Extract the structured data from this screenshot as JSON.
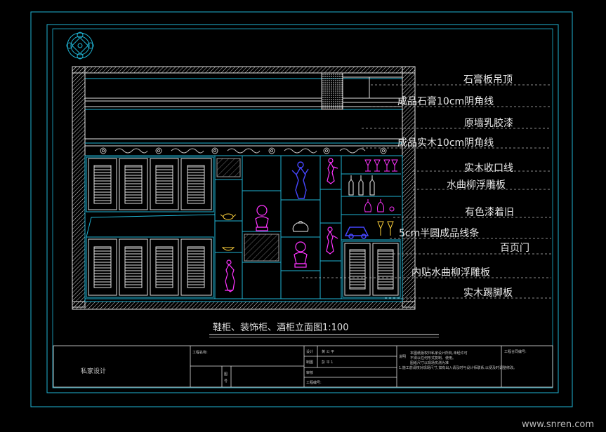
{
  "labels": [
    "石膏板吊顶",
    "成品石膏10cm阴角线",
    "原墙乳胶漆",
    "成品实木10cm阴角线",
    "实木收口线",
    "水曲柳浮雕板",
    "有色漆着旧",
    "5cm半圆成品线条",
    "百页门",
    "内贴水曲柳浮雕板",
    "实木踢脚板"
  ],
  "drawing_title": "鞋柜、装饰柜、酒柜立面图1:100",
  "title_block": {
    "company": "私家设计",
    "project_label": "工程名称:",
    "field_a1": "设计",
    "field_a1_val": "黄 公 平",
    "field_a2": "制图",
    "field_a2_val": "彭 平 1",
    "field_a3": "审核",
    "field_a4": "工程编号:",
    "field_b1": "图",
    "field_b2": "号",
    "notes_label": "说明",
    "note1": "本图纸版权归私家设计所有,未经许可",
    "note2": "不得以任何形式复制、使用。",
    "note3": "图纸尺寸以现场实测为准",
    "note4": "1.施工前请核对现场尺寸,如有出入请及时与设计师联系,以便及时调整修改。",
    "right_label": "工程合同编号:"
  },
  "watermark": "www.snren.com",
  "colors": {
    "frame": "#1fb4d4",
    "white_line": "#e0e0e0",
    "magenta": "#ff33ff",
    "blue": "#4646ff",
    "gray": "#9a9a9a",
    "yellow": "#ffd23c"
  }
}
